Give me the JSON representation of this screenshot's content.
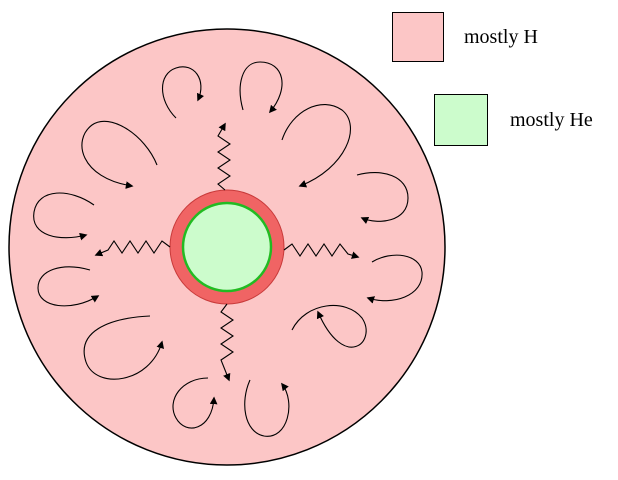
{
  "colors": {
    "hydrogen": "#fcc6c6",
    "helium": "#ccfccc",
    "shell": "#f06464",
    "core_edge": "#22bb22",
    "ink": "#000000"
  },
  "legend": [
    {
      "label": "mostly H",
      "color_key": "hydrogen"
    },
    {
      "label": "mostly He",
      "color_key": "helium"
    }
  ],
  "diagram": {
    "elements": [
      "outer-envelope",
      "burning-shell",
      "helium-core",
      "convection-loops",
      "radiation-arrows"
    ]
  }
}
